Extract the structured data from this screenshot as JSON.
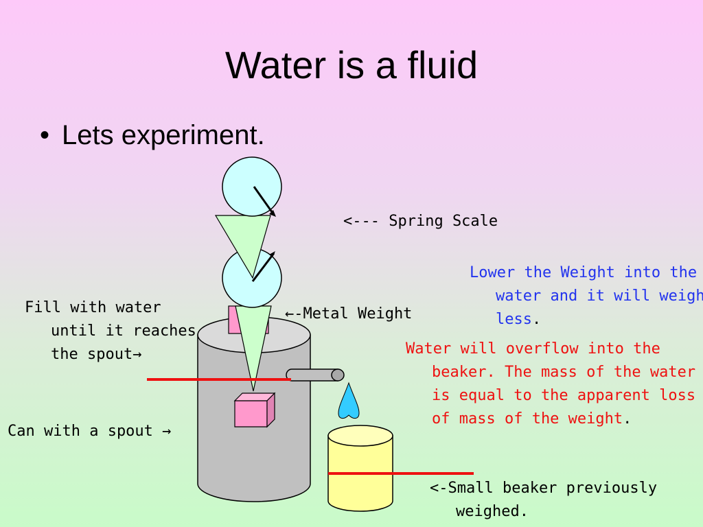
{
  "slide": {
    "title": "Water is a fluid",
    "bullet": "Lets experiment."
  },
  "labels": {
    "spring_scale": "<--- Spring Scale",
    "metal_weight": "←-Metal Weight",
    "fill_water": "Fill with water until it reaches the spout→",
    "can_spout": "Can with a spout →",
    "small_beaker": "<-Small beaker previously weighed.",
    "lower_weight": "Lower the Weight into the water and it will weighs less",
    "overflow": "Water will overflow into the beaker. The mass of the water is equal to the apparent loss of mass of the weight",
    "period": "."
  },
  "colors": {
    "note_blue": "#2233ee",
    "note_red": "#ee1111",
    "water_line": "#ee1111",
    "dial_face": "#ccffff",
    "spring_cone": "#ccffcc",
    "weight": "#ff99cc",
    "can": "#c0c0c0",
    "beaker": "#ffff99",
    "droplet": "#33ccff"
  }
}
